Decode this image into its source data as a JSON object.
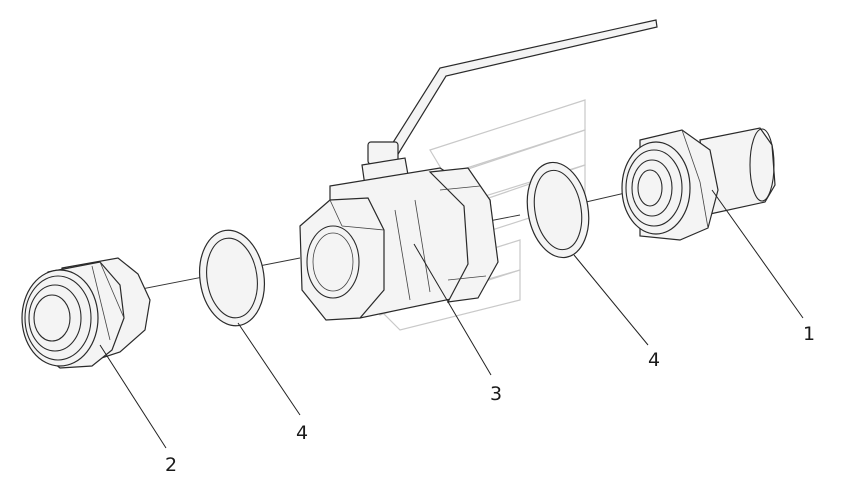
{
  "callouts": {
    "fitting_right": "1",
    "fitting_left": "2",
    "valve_body": "3",
    "gasket_left": "4",
    "gasket_right": "4"
  }
}
